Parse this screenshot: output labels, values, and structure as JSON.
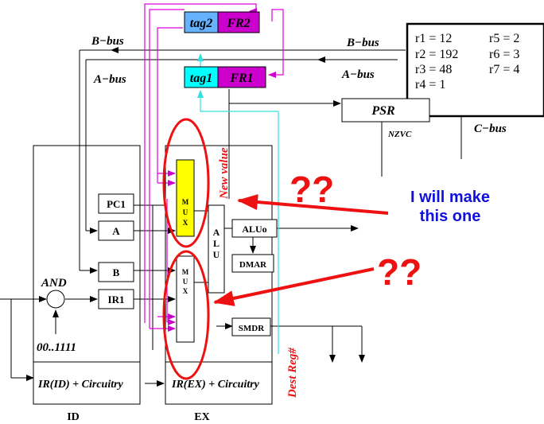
{
  "buses": {
    "b_bus_left": "B−bus",
    "a_bus_left": "A−bus",
    "b_bus_right": "B−bus",
    "a_bus_right": "A−bus",
    "c_bus": "C−bus"
  },
  "regfile": {
    "col1": [
      "r1 = 12",
      "r2 = 192",
      "r3 = 48",
      "r4 = 1"
    ],
    "col2": [
      "r5 = 2",
      "r6 = 3",
      "r7 = 4"
    ]
  },
  "tags": {
    "tag2": "tag2",
    "fr2": "FR2",
    "tag1": "tag1",
    "fr1": "FR1"
  },
  "psr": {
    "label": "PSR",
    "flags": "NZVC"
  },
  "id_stage": {
    "pc1": "PC1",
    "a": "A",
    "b": "B",
    "ir1": "IR1",
    "and": "AND",
    "mask": "00..1111",
    "ir_label": "IR(ID) + Circuitry",
    "name": "ID"
  },
  "ex_stage": {
    "mux_letters": [
      "M",
      "U",
      "X"
    ],
    "alu_letters": [
      "A",
      "L",
      "U"
    ],
    "aluo": "ALUo",
    "dmar": "DMAR",
    "smdr": "SMDR",
    "ir_label": "IR(EX) + Circuitry",
    "name": "EX",
    "new_value": "New value",
    "dest_reg": "Dest Reg#"
  },
  "annotations": {
    "question1": "??",
    "question2": "??",
    "make_line1": "I will make",
    "make_line2": "this one"
  },
  "colors": {
    "tag_blue": "#66b2ff",
    "fr_magenta": "#cc00cc",
    "tag_cyan": "#00ffff",
    "wire_magenta": "#e000e0",
    "wire_cyan": "#33e0e0",
    "mux_yellow": "#ffff00",
    "annot_red": "#ee1111",
    "annot_blue": "#1111dd"
  }
}
